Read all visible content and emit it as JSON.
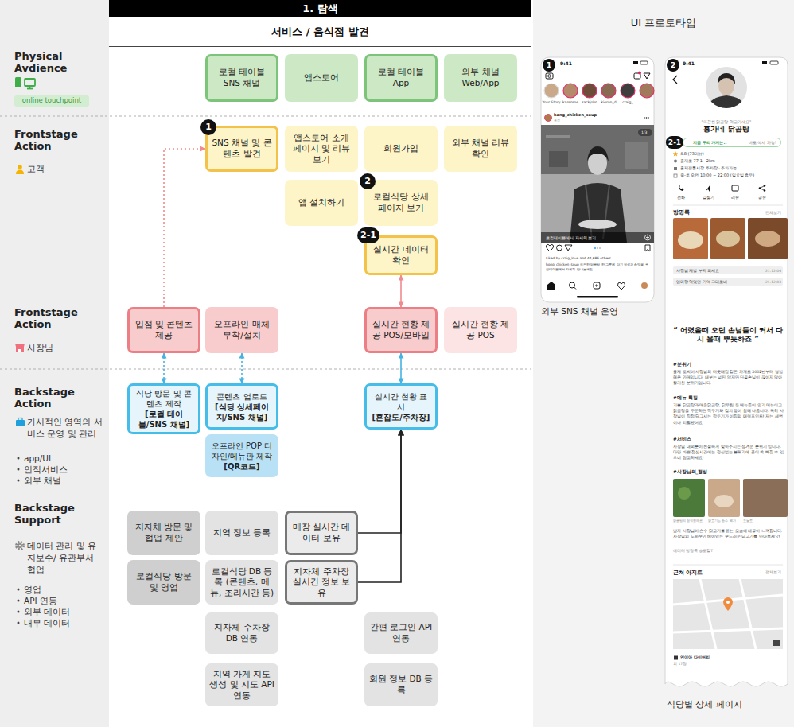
{
  "diagram": {
    "nodes": [
      {
        "text": [
          "1. 탐색"
        ]
      },
      {
        "text": [
          "서비스 / 음식점 발견"
        ]
      },
      {
        "text": [
          "UI 프로토타입"
        ]
      },
      {
        "text": [
          "online touchpoint"
        ]
      },
      {
        "text": [
          "로컬 테이블 SNS 채널"
        ]
      },
      {
        "text": [
          "앱스토어"
        ]
      },
      {
        "text": [
          "로컬 테이블 App"
        ]
      },
      {
        "text": [
          "외부 채널 Web/App"
        ]
      },
      {
        "text": [
          "SNS 채널 및 콘텐츠 발견"
        ]
      },
      {
        "text": [
          "앱스토어 소개 페이지 및 리뷰 보기"
        ]
      },
      {
        "text": [
          "회원가입"
        ]
      },
      {
        "text": [
          "외부 채널 리뷰 확인"
        ]
      },
      {
        "text": [
          "앱 설치하기"
        ]
      },
      {
        "text": [
          "로컬식당 상세 페이지 보기"
        ]
      },
      {
        "text": [
          "실시간 데이터 확인"
        ]
      },
      {
        "text": [
          "입점 및 콘텐츠 제공"
        ]
      },
      {
        "text": [
          "오프라인 매체 부착/설치"
        ]
      },
      {
        "text": [
          "실시간 현황 제공 POS/모바일"
        ]
      },
      {
        "text": [
          "실시간 현황 제공 POS"
        ]
      },
      {
        "text": [
          "식당 방문 및 콘텐츠 제작",
          "[로컬 테이블/SNS 채널]"
        ]
      },
      {
        "text": [
          "콘텐츠 업로드",
          "[식당 상세페이지/SNS 채널]"
        ]
      },
      {
        "text": [
          "오프라인 POP 디자인/메뉴판 제작",
          "[QR코드]"
        ]
      },
      {
        "text": [
          "실시간 현황 표시",
          "[혼잡도/주차장]"
        ]
      },
      {
        "text": [
          "지자체 방문 및 협업 제안"
        ]
      },
      {
        "text": [
          "지역 정보 등록"
        ]
      },
      {
        "text": [
          "매장 실시간 데이터 보유"
        ]
      },
      {
        "text": [
          "로컬식당 방문 및 영업"
        ]
      },
      {
        "text": [
          "로컬식당 DB 등록 (콘텐츠, 메뉴, 조리시간 등)"
        ]
      },
      {
        "text": [
          "지자체 주차장 실시간 정보 보유"
        ]
      },
      {
        "text": [
          "지자체 주차장 DB 연동"
        ]
      },
      {
        "text": [
          "간편 로그인 API 연동"
        ]
      },
      {
        "text": [
          "지역 가게 지도 생성 및 지도 API 연동"
        ]
      },
      {
        "text": [
          "회원 정보 DB 등록"
        ]
      },
      {
        "text": [
          "지금 우리 가게는..",
          "바로 식사 가능!"
        ]
      }
    ],
    "edges": [
      {
        "from": 15,
        "to": 8,
        "arrow": "to"
      },
      {
        "from": 15,
        "to": 19,
        "arrow": "both"
      },
      {
        "from": 16,
        "to": 20,
        "arrow": "both"
      },
      {
        "from": 14,
        "to": 17,
        "arrow": "both"
      },
      {
        "from": 17,
        "to": 22,
        "arrow": "both"
      },
      {
        "from": 25,
        "to": 22,
        "arrow": "to"
      },
      {
        "from": 28,
        "to": 22,
        "arrow": "to"
      }
    ],
    "labels": [
      "Physical Avdience",
      "Frontstage Action",
      "고객",
      "Frontstage Action",
      "사장님",
      "Backstage Action",
      "가시적인 영역의 서비스 운영 및 관리",
      "app/UI",
      "인적서비스",
      "외부 채널",
      "Backstage Support",
      "데이터 관리 및 유지보수/ 유관부서 협업",
      "영업",
      "API 연동",
      "외부 데이터",
      "내부 데이터",
      "1",
      "2",
      "2-1",
      "1",
      "2",
      "2-1",
      "9:41",
      "Your Story",
      "karenme",
      "zackjohn",
      "kieron_d",
      "craig_",
      "hong_chicken_soup",
      "홍천",
      "1/3",
      "로컬테이블에서 자세히 보기",
      "Liked by craig_love and 44,686 others",
      "hong_chicken_soup 뜨끈한 닭곰탕 한 그릇에 담긴 정성과 손맛을 로컬테이블에서 자세히 만나보세요.",
      "외부 SNS 채널 운영",
      "9:41",
      "\"뜨끈한 닭곰탕 먹고가세요\"",
      "홍가네 닭곰탕",
      "4.8 (73리뷰)",
      "홍제로 77-1 · 2km",
      "홍제전통시장 주차장 · 주차가능",
      "월-토 오전 10:00 ~ 22:00 (일요일 휴무)",
      "전화",
      "길찾기",
      "리뷰",
      "공유",
      "방명록",
      "전체보기",
      "사장님 제발 부자 되세요",
      "21.12.04",
      "엄마랑 먹었던 기억 그대로네",
      "21.12.03",
      "“ 어렸을때 오던 손님들이 커서 다시 올때 뿌듯하죠 ”",
      "#분위기",
      "홍제 토박이 사장님의 터줏대감 같은 가게로 2002년부터 영업해온 가게입니다. 내부는 넓진 않지만 단골손님이 끊이지 않아 활기찬 분위기입니다.",
      "#메뉴 특징",
      "기본 닭곰탕과 매운닭곰탕, 닭무침 등 메뉴들이 인기 메뉴이고 닭곰탕을 주문하면 깍두기와 김치 등이 함께 나옵니다. 특히 사장님이 직접 담그시는 깍두기가 이집의 매력포인트! 저는 세번이나 리필했어요",
      "#서비스",
      "사장님 내외분이 친절하게 맞아주시는 정겨운 분위기 입니다. 다만 바쁜 점심시간에는 정신없는 분위기에 혼이 쏙 빠질 수 있으니 참고하세요!",
      "#사장님의_정성",
      "닭곰탕의 정직한재료",
      "닭고기는 손수 뼈가",
      "오늘도",
      "남자 사장님이 손수 닭고기를 뜯는 모습에 내공이 느껴집니다. 사장님의 노하우가 베어있는 부드러운 닭고기를 만나보세요!",
      "에디터 방명록 @로컬T",
      "근처 아지트",
      "전체보기",
      "언이아 다이어리",
      "외 17명",
      "식당별 상세 페이지"
    ]
  }
}
